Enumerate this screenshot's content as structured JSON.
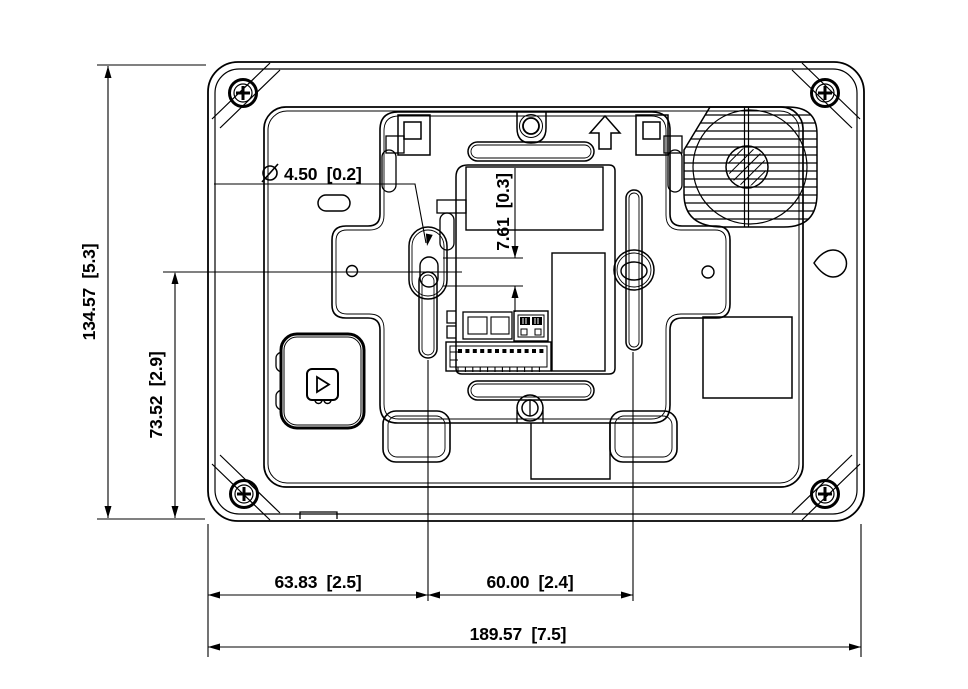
{
  "drawing": {
    "type": "technical-dimension-drawing",
    "subject": "indoor monitor rear view with mounting plate",
    "units": "mm [in]",
    "line_color": "#000000",
    "background_color": "#ffffff",
    "dimensions": {
      "overall_height": "134.57  [5.3]",
      "mount_center_to_bottom": "73.52  [2.9]",
      "mounting_hole_diameter": "4.50  [0.2]",
      "hole_vertical_offset": "7.61  [0.3]",
      "edge_to_left_hole": "63.83  [2.5]",
      "hole_horizontal_spacing": "60.00  [2.4]",
      "overall_width": "189.57  [7.5]"
    }
  }
}
